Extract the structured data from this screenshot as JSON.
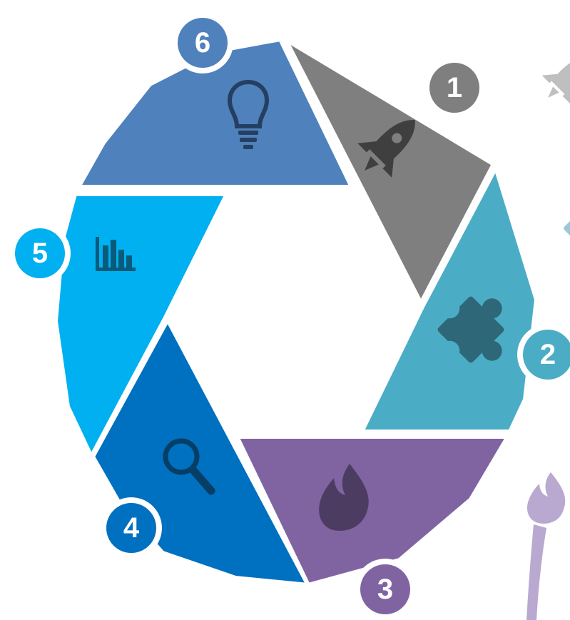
{
  "diagram": {
    "center": "",
    "segments": [
      {
        "number": "1",
        "icon": "rocket-icon",
        "color": "#7f7f7f",
        "icon_color": "#3f3f3f"
      },
      {
        "number": "2",
        "icon": "puzzle-piece-icon",
        "color": "#4bacc6",
        "icon_color": "#2e6777"
      },
      {
        "number": "3",
        "icon": "flame-icon",
        "color": "#8064a2",
        "icon_color": "#4d3c61"
      },
      {
        "number": "4",
        "icon": "magnifier-icon",
        "color": "#0070c0",
        "icon_color": "#063e66"
      },
      {
        "number": "5",
        "icon": "bar-chart-icon",
        "color": "#00b0f0",
        "icon_color": "#0a5a7a"
      },
      {
        "number": "6",
        "icon": "lightbulb-icon",
        "color": "#4f81bd",
        "icon_color": "#253f60"
      }
    ],
    "side_icons": [
      {
        "icon": "rocket-icon",
        "color": "#bfbfbf"
      },
      {
        "icon": "puzzle-piece-icon",
        "color": "#9cc7d8"
      },
      {
        "icon": "flame-icon",
        "color": "#b9a8cf"
      }
    ]
  }
}
